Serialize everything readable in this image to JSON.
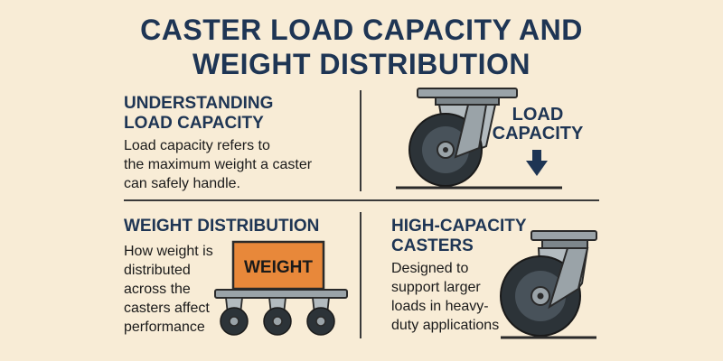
{
  "title": {
    "line1": "CASTER LOAD CAPACITY AND",
    "line2": "WEIGHT DISTRIBUTION"
  },
  "sections": {
    "load_capacity": {
      "heading_line1": "UNDERSTANDING",
      "heading_line2": "LOAD CAPACITY",
      "body_line1": "Load capacity refers to",
      "body_line2": "the maximum weight a caster",
      "body_line3": "can safely handle."
    },
    "load_graphic": {
      "label_line1": "LOAD",
      "label_line2": "CAPACITY",
      "arrow_icon": "arrow-down-icon"
    },
    "weight_distribution": {
      "heading": "WEIGHT DISTRIBUTION",
      "body_line1": "How weight is",
      "body_line2": "distributed",
      "body_line3": "across the",
      "body_line4": "casters affect",
      "body_line5": "performance",
      "box_label": "WEIGHT"
    },
    "high_capacity": {
      "heading_line1": "HIGH-CAPACITY",
      "heading_line2": "CASTERS",
      "body_line1": "Designed to",
      "body_line2": "support larger",
      "body_line3": "loads in heavy-",
      "body_line4": "duty applications"
    }
  },
  "colors": {
    "background": "#f8ecd6",
    "heading": "#1e3554",
    "weight_box": "#e8883a",
    "metal": "#9aa3a8",
    "wheel": "#2c3338"
  }
}
